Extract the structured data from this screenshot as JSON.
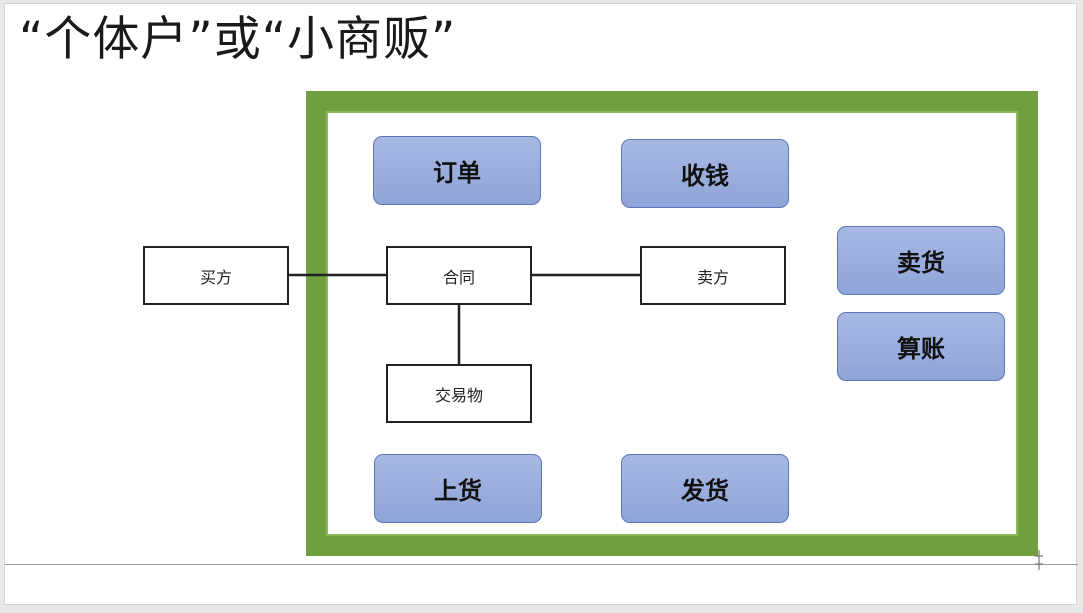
{
  "slide": {
    "title": "“个体户”或“小商贩”"
  },
  "diagram": {
    "nodes": {
      "buyer": "买方",
      "contract": "合同",
      "seller": "卖方",
      "goods": "交易物"
    },
    "functions": {
      "order": "订单",
      "collect": "收钱",
      "sell": "卖货",
      "account": "算账",
      "stock": "上货",
      "ship": "发货"
    }
  },
  "colors": {
    "frame_green": "#6f9f3e",
    "function_blue": "#9aaee0",
    "line": "#222222"
  },
  "icons": {
    "resize_handle": "resize-handle-icon"
  }
}
